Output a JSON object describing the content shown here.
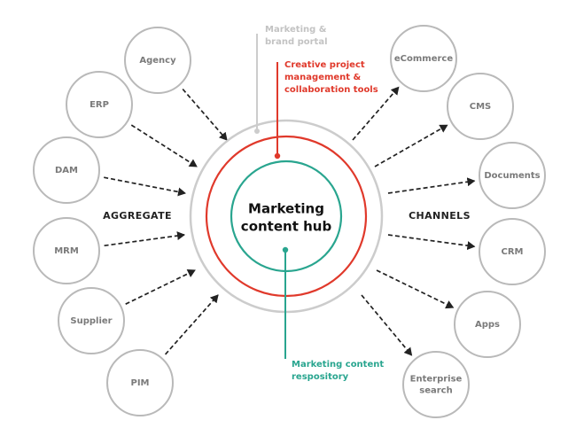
{
  "hub": {
    "title_line1": "Marketing",
    "title_line2": "content hub"
  },
  "annotations": {
    "brand_portal": [
      "Marketing &",
      "brand portal"
    ],
    "creative_tools": [
      "Creative project",
      "management &",
      "collaboration tools"
    ],
    "repository": [
      "Marketing content",
      "respository"
    ]
  },
  "side_labels": {
    "left": "AGGREGATE",
    "right": "CHANNELS"
  },
  "sources": [
    {
      "lines": [
        "Agency"
      ]
    },
    {
      "lines": [
        "ERP"
      ]
    },
    {
      "lines": [
        "DAM"
      ]
    },
    {
      "lines": [
        "MRM"
      ]
    },
    {
      "lines": [
        "Supplier"
      ]
    },
    {
      "lines": [
        "PIM"
      ]
    }
  ],
  "channels": [
    {
      "lines": [
        "eCommerce"
      ]
    },
    {
      "lines": [
        "CMS"
      ]
    },
    {
      "lines": [
        "Documents"
      ]
    },
    {
      "lines": [
        "CRM"
      ]
    },
    {
      "lines": [
        "Apps"
      ]
    },
    {
      "lines": [
        "Enterprise",
        "search"
      ]
    }
  ],
  "colors": {
    "outer_ring": "#cccccc",
    "middle_ring": "#e0392b",
    "inner_ring": "#29a58f",
    "node_stroke": "#b9b9b9",
    "arrow": "#222222"
  }
}
